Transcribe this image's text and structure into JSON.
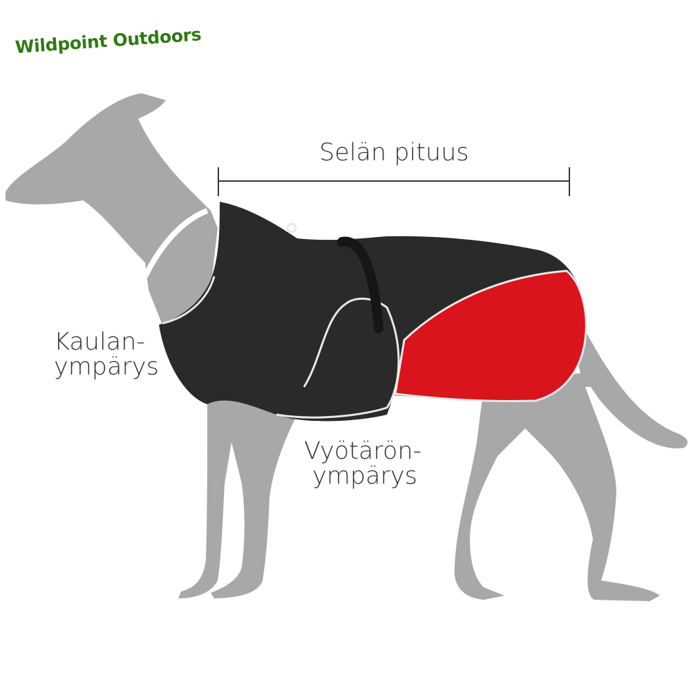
{
  "brand": {
    "logo_text": "Wildpoint Outdoors",
    "color": "#2f7a12"
  },
  "labels": {
    "back_length": "Selän pituus",
    "neck_line1": "Kaulan-",
    "neck_line2": "ympärys",
    "waist_line1": "Vyötärön-",
    "waist_line2": "ympärys"
  },
  "colors": {
    "dog": "#a8a8a8",
    "coat_black": "#2a2a2a",
    "coat_red": "#d9141c",
    "reflective": "#e8e8e8"
  }
}
